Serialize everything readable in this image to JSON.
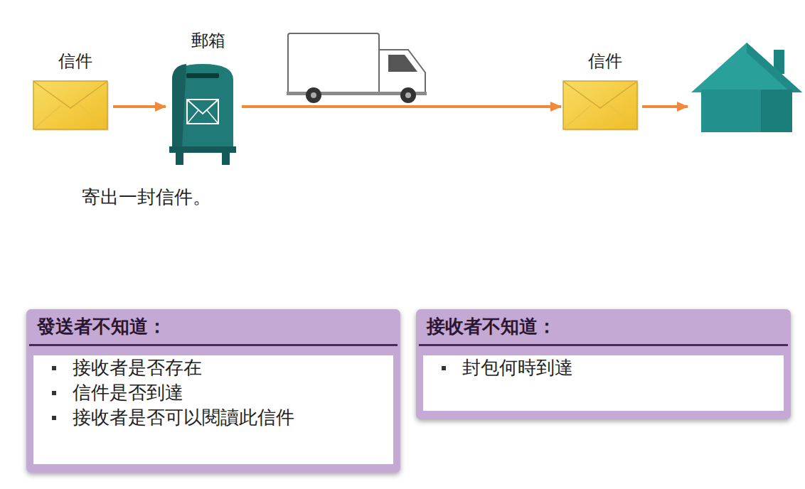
{
  "diagram": {
    "nodes": [
      {
        "text": [
          "信件"
        ]
      },
      {
        "text": [
          "郵箱"
        ]
      },
      {
        "text": [
          "信件"
        ]
      },
      {
        "text": []
      },
      {
        "text": [
          "發送者不知道：",
          "接收者是否存在",
          "信件是否到達",
          "接收者是否可以閱讀此信件"
        ]
      },
      {
        "text": [
          "接收者不知道：",
          "封包何時到達"
        ]
      }
    ],
    "edges": [
      {
        "from": 0,
        "to": 1,
        "arrow": "to"
      },
      {
        "from": 1,
        "to": 2,
        "arrow": "to"
      },
      {
        "from": 2,
        "to": 3,
        "arrow": "to"
      }
    ],
    "labels": [
      "寄出一封信件。"
    ]
  }
}
